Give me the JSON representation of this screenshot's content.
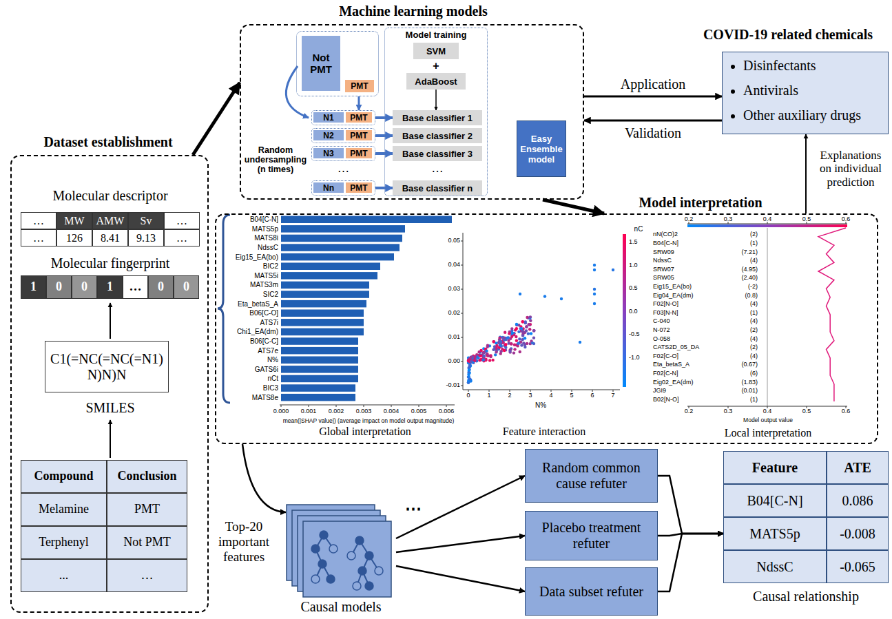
{
  "diagram": {
    "nodes": [
      {
        "text": [
          "Dataset establishment"
        ]
      },
      {
        "text": [
          "C1(=NC(=NC(=N1) N)N)N"
        ],
        "in": 0
      },
      {
        "text": [
          "Machine learning models"
        ]
      },
      {
        "text": [
          "Not PMT",
          "PMT"
        ],
        "in": 2
      },
      {
        "text": [
          "N1",
          "PMT"
        ],
        "in": 2
      },
      {
        "text": [
          "N2",
          "PMT"
        ],
        "in": 2
      },
      {
        "text": [
          "N3",
          "PMT"
        ],
        "in": 2
      },
      {
        "text": [
          "Nn",
          "PMT"
        ],
        "in": 2
      },
      {
        "text": [
          "Model training"
        ],
        "in": 2
      },
      {
        "text": [
          "SVM"
        ],
        "in": 8
      },
      {
        "text": [
          "AdaBoost"
        ],
        "in": 8
      },
      {
        "text": [
          "Base classifier 1"
        ],
        "in": 8
      },
      {
        "text": [
          "Base classifier 2"
        ],
        "in": 8
      },
      {
        "text": [
          "Base classifier 3"
        ],
        "in": 8
      },
      {
        "text": [
          "Base classifier n"
        ],
        "in": 8
      },
      {
        "text": [
          "Easy Ensemble model"
        ],
        "in": 2
      },
      {
        "text": [
          "COVID-19 related chemicals",
          "Disinfectants",
          "Antivirals",
          "Other auxiliary drugs"
        ]
      },
      {
        "text": [
          "Model interpretation"
        ]
      },
      {
        "text": [
          "Causal models"
        ]
      },
      {
        "text": [
          "Random common cause refuter"
        ]
      },
      {
        "text": [
          "Placebo treatment refuter"
        ]
      },
      {
        "text": [
          "Data subset refuter"
        ]
      },
      {
        "text": [
          "Feature",
          "ATE",
          "B04[C-N]",
          "0.086",
          "MATS5p",
          "-0.008",
          "NdssC",
          "-0.065",
          "Causal relationship"
        ]
      }
    ],
    "edges": [
      {
        "from": 0,
        "to": 2,
        "arrow": "to"
      },
      {
        "from": 3,
        "to": 4,
        "arrow": "to"
      },
      {
        "from": 4,
        "to": 11,
        "arrow": "to"
      },
      {
        "from": 5,
        "to": 12,
        "arrow": "to"
      },
      {
        "from": 6,
        "to": 13,
        "arrow": "to"
      },
      {
        "from": 7,
        "to": 14,
        "arrow": "to"
      },
      {
        "from": 10,
        "to": 11,
        "arrow": "to"
      },
      {
        "from": 2,
        "to": 16,
        "label": "Application",
        "arrow": "to"
      },
      {
        "from": 16,
        "to": 2,
        "label": "Validation",
        "arrow": "to"
      },
      {
        "from": 2,
        "to": 17,
        "arrow": "to"
      },
      {
        "from": 17,
        "to": 16,
        "label": "Explanations on individual prediction",
        "arrow": "to"
      },
      {
        "from": 17,
        "to": 18,
        "label": "Top-20 important features",
        "arrow": "to"
      },
      {
        "from": 18,
        "to": 19,
        "arrow": "to"
      },
      {
        "from": 18,
        "to": 20,
        "arrow": "to"
      },
      {
        "from": 18,
        "to": 21,
        "arrow": "to"
      },
      {
        "from": 19,
        "to": 22,
        "arrow": "to"
      },
      {
        "from": 20,
        "to": 22,
        "arrow": "to"
      },
      {
        "from": 21,
        "to": 22,
        "arrow": "to"
      }
    ],
    "labels": [
      "Molecular descriptor",
      "…",
      "MW",
      "AMW",
      "Sv",
      "…",
      "…",
      "126",
      "8.41",
      "9.13",
      "…",
      "Molecular fingerprint",
      "1",
      "0",
      "0",
      "1",
      "…",
      "0",
      "0",
      "SMILES",
      "Compound",
      "Conclusion",
      "Melamine",
      "PMT",
      "Terphenyl",
      "Not PMT",
      "...",
      "…",
      "Random undersampling (n times)",
      "+",
      "…",
      "…",
      "B04[C-N]",
      "MATS5p",
      "MATS8i",
      "NdssC",
      "Eig15_EA(bo)",
      "BIC2",
      "MATS5i",
      "MATS3m",
      "SIC2",
      "Eta_betaS_A",
      "B06[C-O]",
      "ATS7i",
      "Chi1_EA(dm)",
      "B06[C-C]",
      "ATS7e",
      "N%",
      "GATS6i",
      "nCt",
      "BIC3",
      "MATS8e",
      "0.000",
      "0.001",
      "0.002",
      "0.003",
      "0.004",
      "0.005",
      "0.006",
      "mean(|SHAP value|) (average impact on model output magnitude)",
      "Global interpretation",
      "0.05",
      "0.04",
      "0.03",
      "0.02",
      "0.01",
      "0.00",
      "-0.01",
      "0",
      "1",
      "2",
      "3",
      "4",
      "5",
      "6",
      "7",
      "N%",
      "nC",
      "1.5",
      "1.0",
      "0.5",
      "0.0",
      "-0.5",
      "-1.0",
      "Feature interaction",
      "0.2",
      "0.3",
      "0.4",
      "0.5",
      "0.6",
      "nN(CO)2",
      "(2)",
      "B04[C-N]",
      "(1)",
      "SRW09",
      "(7.21)",
      "NdssC",
      "(4)",
      "SRW07",
      "(4.95)",
      "SRW05",
      "(2.40)",
      "Eig15_EA(bo)",
      "(-2)",
      "Eig04_EA(dm)",
      "(0.8)",
      "F02[N-O]",
      "(4)",
      "F03[N-N]",
      "(1)",
      "C-040",
      "(4)",
      "N-072",
      "(2)",
      "O-058",
      "(4)",
      "CATS2D_05_DA",
      "(2)",
      "F02[C-O]",
      "(4)",
      "Eta_betaS_A",
      "(0.67)",
      "F02[C-N]",
      "(6)",
      "Eig02_EA(dm)",
      "(1.83)",
      "JGI9",
      "(0.01)",
      "B02[N-O]",
      "(1)",
      "0.2",
      "0.3",
      "0.4",
      "0.5",
      "0.6",
      "Model output value",
      "Local interpretation",
      "⋯"
    ]
  }
}
